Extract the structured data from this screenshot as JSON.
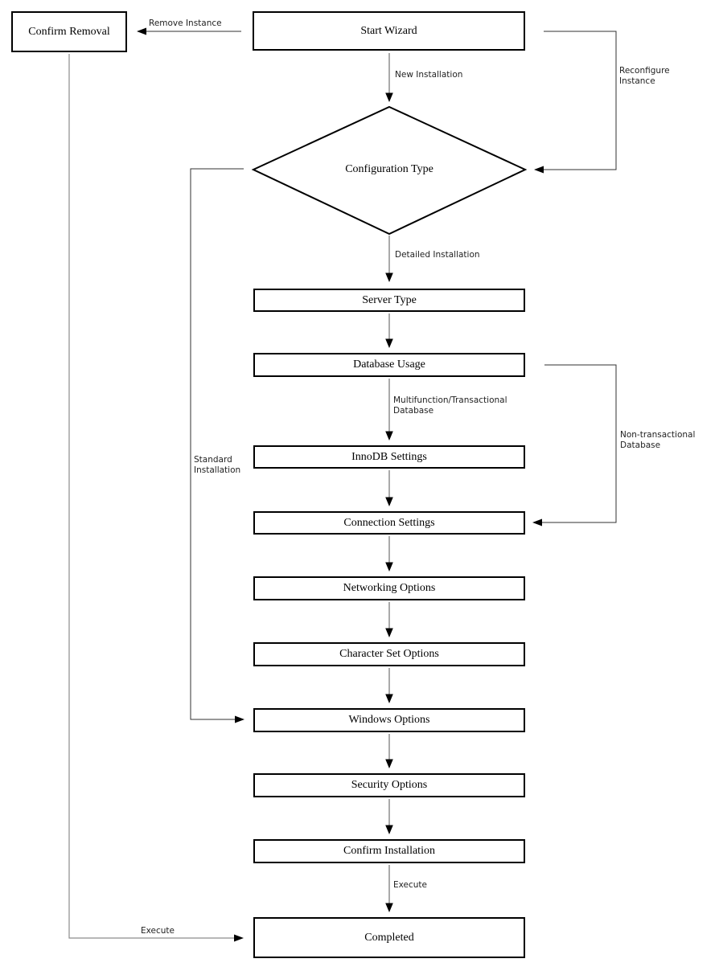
{
  "diagram": {
    "type": "flowchart",
    "background_color": "#ffffff",
    "border_color": "#000000",
    "connector_color": "#303030",
    "faded_connector_color": "#8c8c8c",
    "nodes": [
      {
        "id": "confirm-removal",
        "shape": "rect",
        "label": "Confirm Removal"
      },
      {
        "id": "start-wizard",
        "shape": "rect",
        "label": "Start Wizard"
      },
      {
        "id": "configuration-type",
        "shape": "diamond",
        "label": "Configuration Type"
      },
      {
        "id": "server-type",
        "shape": "rect",
        "label": "Server Type"
      },
      {
        "id": "database-usage",
        "shape": "rect",
        "label": "Database Usage"
      },
      {
        "id": "innodb-settings",
        "shape": "rect",
        "label": "InnoDB Settings"
      },
      {
        "id": "connection-settings",
        "shape": "rect",
        "label": "Connection Settings"
      },
      {
        "id": "networking-options",
        "shape": "rect",
        "label": "Networking Options"
      },
      {
        "id": "character-set-options",
        "shape": "rect",
        "label": "Character Set Options"
      },
      {
        "id": "windows-options",
        "shape": "rect",
        "label": "Windows Options"
      },
      {
        "id": "security-options",
        "shape": "rect",
        "label": "Security Options"
      },
      {
        "id": "confirm-installation",
        "shape": "rect",
        "label": "Confirm Installation"
      },
      {
        "id": "completed",
        "shape": "rect",
        "label": "Completed"
      }
    ],
    "edges": [
      {
        "id": "remove-instance",
        "from": "start-wizard",
        "to": "confirm-removal",
        "label": "Remove Instance",
        "label_lines": [
          "Remove Instance"
        ]
      },
      {
        "id": "new-installation",
        "from": "start-wizard",
        "to": "configuration-type",
        "label": "New Installation",
        "label_lines": [
          "New Installation"
        ]
      },
      {
        "id": "reconfigure-instance",
        "from": "start-wizard",
        "to": "configuration-type",
        "label": "Reconfigure Instance",
        "label_lines": [
          "Reconfigure",
          "Instance"
        ]
      },
      {
        "id": "detailed-installation",
        "from": "configuration-type",
        "to": "server-type",
        "label": "Detailed Installation",
        "label_lines": [
          "Detailed Installation"
        ]
      },
      {
        "id": "server-to-database",
        "from": "server-type",
        "to": "database-usage",
        "label": "",
        "label_lines": []
      },
      {
        "id": "multifunction-transactional",
        "from": "database-usage",
        "to": "innodb-settings",
        "label": "Multifunction/Transactional Database",
        "label_lines": [
          "Multifunction/Transactional",
          "Database"
        ]
      },
      {
        "id": "non-transactional",
        "from": "database-usage",
        "to": "connection-settings",
        "label": "Non-transactional Database",
        "label_lines": [
          "Non-transactional",
          "Database"
        ]
      },
      {
        "id": "innodb-to-connection",
        "from": "innodb-settings",
        "to": "connection-settings",
        "label": "",
        "label_lines": []
      },
      {
        "id": "connection-to-networking",
        "from": "connection-settings",
        "to": "networking-options",
        "label": "",
        "label_lines": []
      },
      {
        "id": "networking-to-charset",
        "from": "networking-options",
        "to": "character-set-options",
        "label": "",
        "label_lines": []
      },
      {
        "id": "charset-to-windows",
        "from": "character-set-options",
        "to": "windows-options",
        "label": "",
        "label_lines": []
      },
      {
        "id": "standard-installation",
        "from": "configuration-type",
        "to": "windows-options",
        "label": "Standard Installation",
        "label_lines": [
          "Standard",
          "Installation"
        ]
      },
      {
        "id": "windows-to-security",
        "from": "windows-options",
        "to": "security-options",
        "label": "",
        "label_lines": []
      },
      {
        "id": "security-to-confirm",
        "from": "security-options",
        "to": "confirm-installation",
        "label": "",
        "label_lines": []
      },
      {
        "id": "execute-install",
        "from": "confirm-installation",
        "to": "completed",
        "label": "Execute",
        "label_lines": [
          "Execute"
        ]
      },
      {
        "id": "execute-removal",
        "from": "confirm-removal",
        "to": "completed",
        "label": "Execute",
        "label_lines": [
          "Execute"
        ]
      }
    ]
  }
}
